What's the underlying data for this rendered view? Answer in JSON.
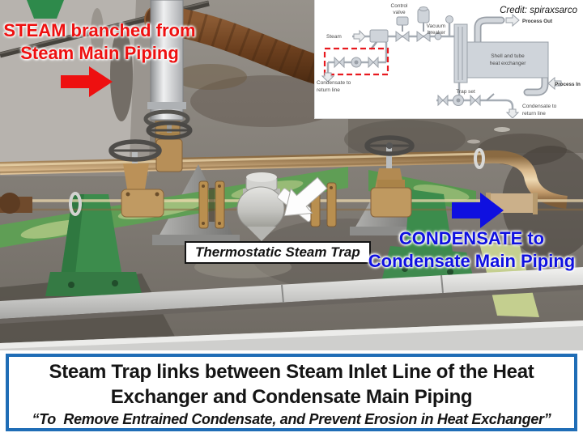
{
  "slide": {
    "photo": {
      "steam_label": {
        "lines": [
          "STEAM branched from",
          "Steam Main Piping"
        ]
      },
      "trap_label": {
        "text": "Thermostatic Steam Trap"
      },
      "condensate_label": {
        "lines": [
          "CONDENSATE to",
          "Condensate Main Piping"
        ]
      }
    },
    "inset": {
      "credit": "Credit: spiraxsarco",
      "labels": {
        "steam": "Steam",
        "control_valve": [
          "Control",
          "valve"
        ],
        "vacuum_breaker": [
          "Vacuum",
          "breaker"
        ],
        "process_out": "Process Out",
        "process_in": "Process In",
        "heat_exchanger": [
          "Shell and tube",
          "heat exchanger"
        ],
        "trap_set": "Trap set",
        "condensate_return_left": [
          "Condensate to",
          "return line"
        ],
        "condensate_return_right": [
          "Condensate to",
          "return line"
        ]
      }
    },
    "caption": {
      "title_lines": [
        "Steam Trap links between Steam Inlet Line of the Heat",
        "Exchanger and Condensate Main Piping"
      ],
      "subtitle": "“To  Remove Entrained Condensate, and Prevent Erosion in Heat Exchanger”"
    },
    "colors": {
      "steam_red": "#ee1010",
      "condensate_blue": "#0f10e0",
      "caption_border": "#1f6db6",
      "highlight_red_dashed": "#e8191f"
    }
  }
}
